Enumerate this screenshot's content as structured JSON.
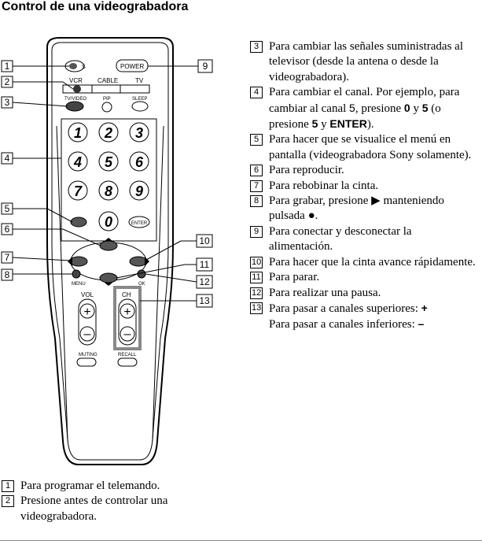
{
  "title": "Control de una videograbadora",
  "remote": {
    "s_label": "S",
    "power_label": "POWER",
    "vcr_label": "VCR",
    "cable_label": "CABLE",
    "tv_label": "TV",
    "tvvideo_label": "TV/VIDEO",
    "pip_label": "PIP",
    "sleep_label": "SLEEP",
    "digits": [
      "1",
      "2",
      "3",
      "4",
      "5",
      "6",
      "7",
      "8",
      "9",
      "0"
    ],
    "enter_label": "ENTER",
    "menu_label": "MENU",
    "ok_label": "OK",
    "vol_label": "VOL",
    "ch_label": "CH",
    "plus_sign": "+",
    "minus_sign": "–",
    "muting_label": "MUTING",
    "recall_label": "RECALL"
  },
  "callouts": [
    "1",
    "2",
    "3",
    "4",
    "5",
    "6",
    "7",
    "8",
    "9",
    "10",
    "11",
    "12",
    "13"
  ],
  "legend": [
    {
      "n": "3",
      "text": "Para cambiar las señales suministradas al televisor (desde la antena o desde la videograbadora)."
    },
    {
      "n": "4",
      "pre": "Para cambiar el canal.  Por ejemplo, para cambiar al canal ",
      "c5": "5",
      "mid1": ", presione ",
      "k0": "0",
      "y1": " y ",
      "k5": "5",
      "mid2": " (o presione ",
      "k5b": "5",
      "y2": " y ",
      "kenter": "ENTER",
      "end": ")."
    },
    {
      "n": "5",
      "text": "Para hacer que se visualice el menú en pantalla (videograbadora Sony solamente)."
    },
    {
      "n": "6",
      "text": "Para reproducir."
    },
    {
      "n": "7",
      "text": "Para rebobinar la cinta."
    },
    {
      "n": "8",
      "text": "Para grabar, presione ▶ manteniendo pulsada ●."
    },
    {
      "n": "9",
      "text": "Para conectar y desconectar la alimentación."
    },
    {
      "n": "10",
      "text": "Para hacer que la cinta avance rápidamente."
    },
    {
      "n": "11",
      "text": "Para parar."
    },
    {
      "n": "12",
      "text": "Para realizar una pausa."
    },
    {
      "n": "13",
      "l1": "Para pasar a canales superiores: ",
      "l1s": "+",
      "l2": "Para pasar a canales inferiores: ",
      "l2s": "–"
    }
  ],
  "bottom": [
    {
      "n": "1",
      "text": "Para programar el telemando."
    },
    {
      "n": "2",
      "text": "Presione antes de controlar una videograbadora."
    }
  ]
}
